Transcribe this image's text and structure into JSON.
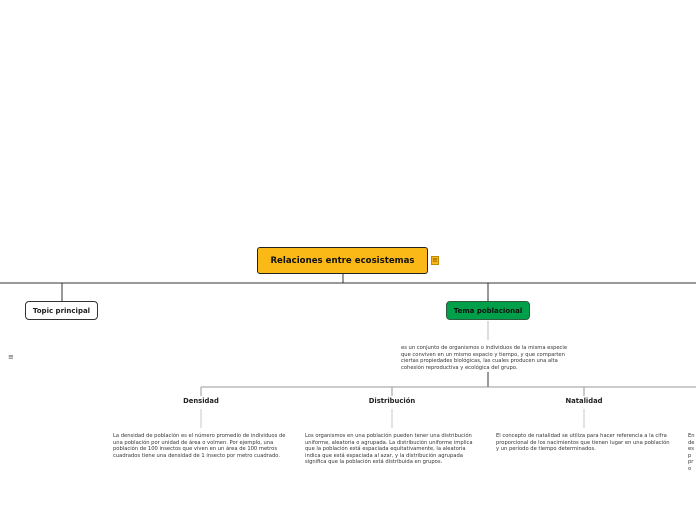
{
  "map": {
    "root": {
      "label": "Relaciones entre ecosistemas"
    },
    "topic_principal": {
      "label": "Topic principal"
    },
    "tema_poblacional": {
      "label": "Tema poblacional",
      "description": "es un conjunto de organismos o individuos de la misma especie que conviven en un mismo espacio y tiempo, y que comparten ciertas propiedades biológicas, las cuales producen una alta cohesión reproductiva y ecológica del grupo."
    },
    "subtopics": [
      {
        "label": "Densidad",
        "description": "La densidad de población es el número promedio de individuos de una población por unidad de área o volmen. Por ejemplo, una población de 100 insectos que viven en un área de 100 metros cuadrados tiene una densidad de 1 insecto por metro cuadrado."
      },
      {
        "label": "Distribución",
        "description": "Los organismos en una población pueden tener una distribución uniforme, aleatoria o agrupada. La distribución uniforme implica que la población está espaciada equitativamente, la aleatoria indica que está espaciada al azar, y la distribución agrupada significa que la población está distribuida en grupos."
      },
      {
        "label": "Natalidad",
        "description": "El concepto de natalidad se utiliza para hacer referencia a la cifra proporcional de los nacimientos que tienen lugar en una población y un período de tiempo determinados."
      },
      {
        "label": "",
        "description": "En de esp pro"
      }
    ]
  },
  "icons": {
    "note": "notes-icon",
    "menu": "menu-icon"
  },
  "colors": {
    "root_fill": "#fbb918",
    "tema_fill": "#00a04a",
    "line": "#333333",
    "subline": "#999999"
  }
}
